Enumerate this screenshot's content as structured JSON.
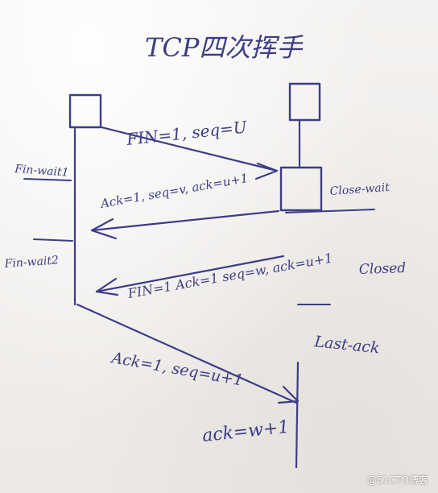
{
  "diagram": {
    "title": "TCP四次挥手",
    "client_label": "",
    "server_label": "",
    "client_states": [
      "Fin-wait1",
      "Fin-wait2"
    ],
    "server_states": [
      "Close-wait",
      "Closed",
      "Last-ack"
    ],
    "messages": [
      {
        "label": "FIN=1, seq=U"
      },
      {
        "label": "Ack=1, seq=v, ack=u+1"
      },
      {
        "label": "FIN=1 Ack=1 seq=w, ack=u+1"
      },
      {
        "label": "Ack=1, seq=u+1"
      }
    ],
    "extra": "ack=w+1",
    "ink_color": "#3c3d86"
  },
  "watermark": "@51CTO博客"
}
